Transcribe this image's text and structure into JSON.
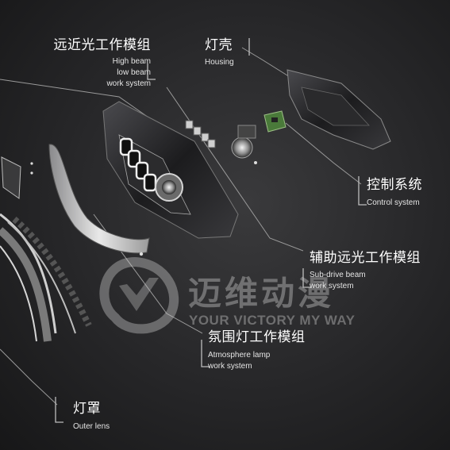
{
  "parts": {
    "high_low_beam": {
      "title": "远近光工作模组",
      "lines": [
        "High beam",
        "low beam",
        "work system"
      ]
    },
    "housing": {
      "title": "灯壳",
      "lines": [
        "Housing"
      ]
    },
    "control": {
      "title": "控制系统",
      "lines": [
        "Control system"
      ]
    },
    "sub_drive": {
      "title": "辅助远光工作模组",
      "lines": [
        "Sub-drive beam",
        "work system"
      ]
    },
    "atmosphere": {
      "title": "氛围灯工作模组",
      "lines": [
        "Atmosphere lamp",
        "work system"
      ]
    },
    "outer_lens": {
      "title": "灯罩",
      "lines": [
        "Outer lens"
      ]
    }
  },
  "watermark": {
    "brand_cn": "迈维动漫",
    "slogan": "YOUR VICTORY MY WAY"
  },
  "colors": {
    "background": "#262628",
    "text": "#ffffff",
    "leader_line": "#9a9a9a"
  }
}
